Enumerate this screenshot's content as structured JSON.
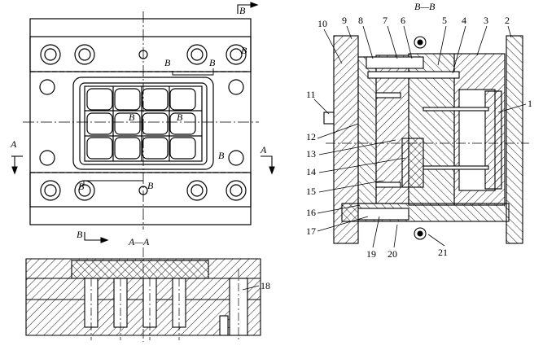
{
  "views": {
    "top_view": {
      "section_markers": [
        "A",
        "A",
        "B",
        "B"
      ],
      "inline_B_marks": [
        "B",
        "B",
        "B",
        "B",
        "B",
        "B",
        "B",
        "B"
      ]
    },
    "section_aa": {
      "title": "A—A"
    },
    "section_bb": {
      "title": "B—B"
    }
  },
  "part_numbers": [
    "1",
    "2",
    "3",
    "4",
    "5",
    "6",
    "7",
    "8",
    "9",
    "10",
    "11",
    "12",
    "13",
    "14",
    "15",
    "16",
    "17",
    "18",
    "19",
    "20",
    "21"
  ]
}
